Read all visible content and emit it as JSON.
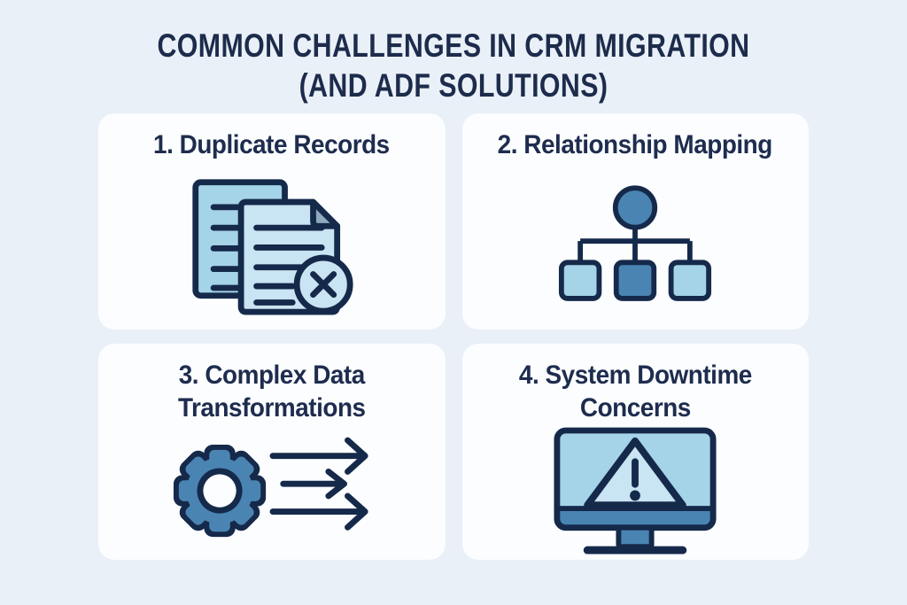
{
  "title": {
    "line1": "COMMON CHALLENGES IN CRM MIGRATION",
    "line2": "(AND ADF SOLUTIONS)"
  },
  "cards": [
    {
      "number": "1",
      "heading": "1. Duplicate Records",
      "icon": "duplicate-documents-icon"
    },
    {
      "number": "2",
      "heading": "2. Relationship Mapping",
      "icon": "org-chart-icon"
    },
    {
      "number": "3",
      "heading": "3. Complex Data\nTransformations",
      "icon": "gear-transform-arrows-icon"
    },
    {
      "number": "4",
      "heading": "4. System Downtime\nConcerns",
      "icon": "monitor-warning-icon"
    }
  ],
  "colors": {
    "page_bg": "#e9f0f7",
    "card_bg": "#fbfdff",
    "title_text": "#1d2b4c",
    "heading_text": "#1e2c4e",
    "icon_outline": "#15294a",
    "mid_blue": "#4a84b2",
    "light_blue": "#a5d3e8",
    "pale_blue": "#c9e4f2",
    "fold_gray": "#8fa9bd"
  }
}
